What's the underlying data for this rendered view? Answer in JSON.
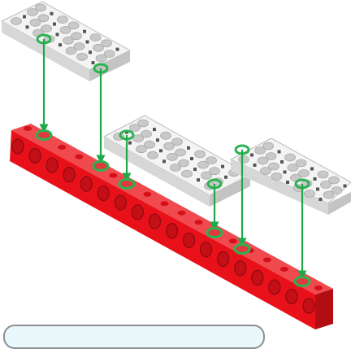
{
  "diagram": {
    "kind": "assembly-instruction",
    "colors": {
      "plate_face": "#f4f4f4",
      "plate_side": "#d7d7d7",
      "plate_stud": "#c9c9c9",
      "beam_face": "#e8111a",
      "beam_dark": "#b30d14",
      "beam_top": "#f04a4f",
      "arrow": "#1fa84a",
      "pin": "#2bb34f",
      "panel_bg": "#eaf7fb",
      "panel_border": "#8a8f94"
    },
    "parts": [
      {
        "name": "white-plate-top-left",
        "type": "plate",
        "color": "white"
      },
      {
        "name": "white-plate-middle",
        "type": "plate",
        "color": "white"
      },
      {
        "name": "white-plate-right",
        "type": "plate",
        "color": "white"
      },
      {
        "name": "red-beam",
        "type": "beam",
        "color": "red"
      }
    ],
    "connections": 6
  }
}
